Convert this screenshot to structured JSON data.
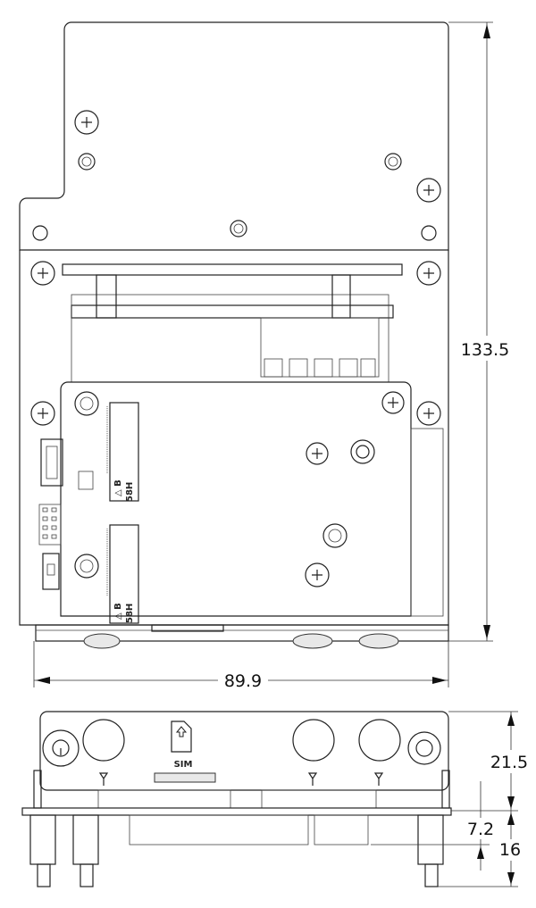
{
  "title": "Module dimension drawing",
  "top_view": {
    "height_dimension": "133.5",
    "width_dimension": "89.9",
    "slot_labels": [
      {
        "mark": "△ B",
        "code": "58H"
      },
      {
        "mark": "△ B",
        "code": "58H"
      }
    ]
  },
  "front_view": {
    "sim_label": "SIM",
    "panel_height_dimension": "21.5",
    "board_offset_dimension": "7.2",
    "standoff_dimension": "16"
  }
}
